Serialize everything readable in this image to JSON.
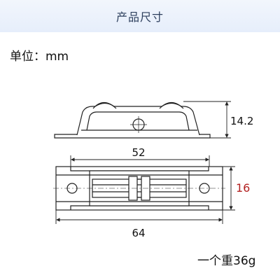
{
  "header": {
    "title": "产品尺寸"
  },
  "unit": {
    "label": "单位：mm"
  },
  "dimensions": {
    "height": "14.2",
    "inner_length": "52",
    "width": "16",
    "total_length": "64"
  },
  "weight": {
    "label": "一个重36g"
  },
  "colors": {
    "banner": "#e6eefb",
    "highlight_dimension": "#b32222",
    "line": "#222222"
  }
}
